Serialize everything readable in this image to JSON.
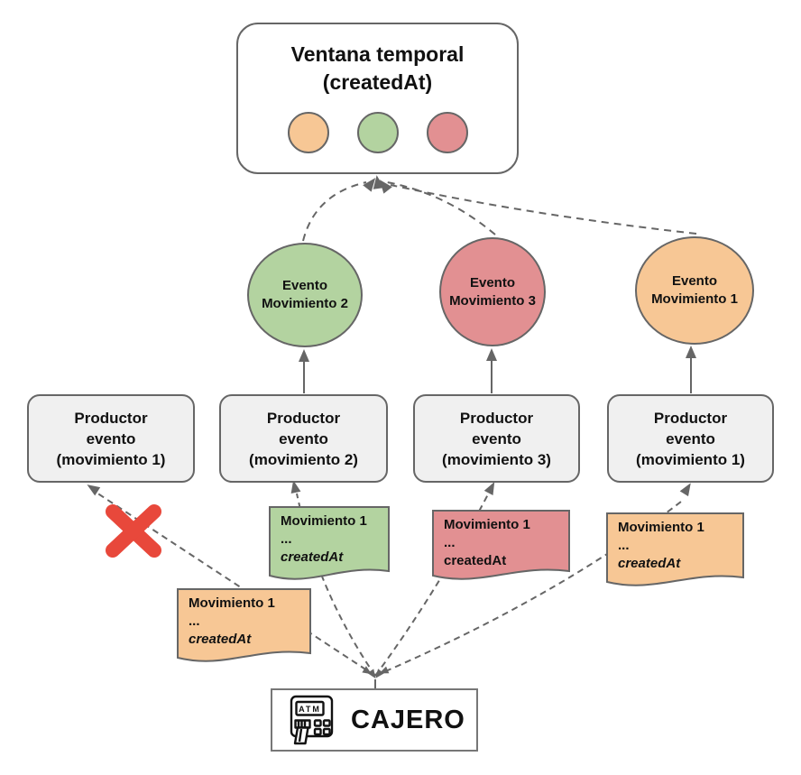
{
  "colors": {
    "orange": "#F7C795",
    "green": "#B3D3A0",
    "red": "#E29092",
    "x_red": "#E8483B"
  },
  "ventana": {
    "title": "Ventana temporal",
    "subtitle": "(createdAt)"
  },
  "eventos": [
    {
      "line1": "Evento",
      "line2": "Movimiento 2"
    },
    {
      "line1": "Evento",
      "line2": "Movimiento 3"
    },
    {
      "line1": "Evento",
      "line2": "Movimiento 1"
    }
  ],
  "productores": [
    {
      "line1": "Productor",
      "line2": "evento",
      "line3": "(movimiento 1)"
    },
    {
      "line1": "Productor",
      "line2": "evento",
      "line3": "(movimiento 2)"
    },
    {
      "line1": "Productor",
      "line2": "evento",
      "line3": "(movimiento 3)"
    },
    {
      "line1": "Productor",
      "line2": "evento",
      "line3": "(movimiento 1)"
    }
  ],
  "documentos": [
    {
      "title": "Movimiento 1",
      "dots": "...",
      "field": "createdAt"
    },
    {
      "title": "Movimiento 1",
      "dots": "...",
      "field": "createdAt"
    },
    {
      "title": "Movimiento 1",
      "dots": "...",
      "field": "createdAt"
    },
    {
      "title": "Movimiento 1",
      "dots": "...",
      "field": "createdAt"
    }
  ],
  "cajero": {
    "label": "CAJERO",
    "icon_label": "ATM"
  }
}
